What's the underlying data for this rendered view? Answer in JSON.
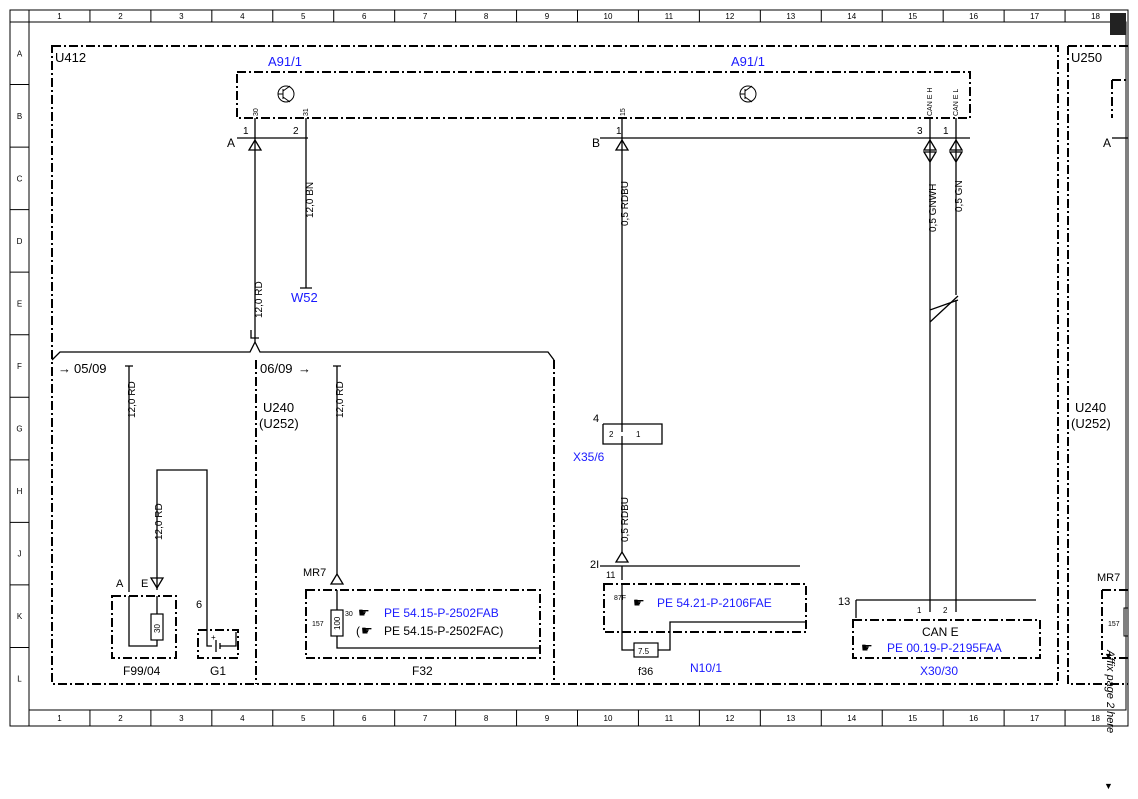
{
  "grid": {
    "columns": [
      "1",
      "2",
      "3",
      "4",
      "5",
      "6",
      "7",
      "8",
      "9",
      "10",
      "11",
      "12",
      "13",
      "14",
      "15",
      "16",
      "17",
      "18"
    ],
    "rows": [
      "A",
      "B",
      "C",
      "D",
      "E",
      "F",
      "G",
      "H",
      "J",
      "K",
      "L"
    ]
  },
  "areas": {
    "u412": "U412",
    "u250": "U250",
    "u240_left": "U240",
    "u252_left": "(U252)",
    "u240_right": "U240",
    "u252_right": "(U252)"
  },
  "components": {
    "a91_left": "A91/1",
    "a91_right": "A91/1",
    "w52": "W52",
    "f99": "F99/04",
    "g1": "G1",
    "f32": "F32",
    "x35": "X35/6",
    "f36": "f36",
    "n10": "N10/1",
    "x30": "X30/30",
    "mr7_left": "MR7",
    "mr7_right": "MR7",
    "can_e": "CAN E"
  },
  "pins": {
    "p30": "30",
    "p31": "31",
    "p15": "15",
    "can_h": "CAN E H",
    "can_l": "CAN E L",
    "n1": "1",
    "n2": "2",
    "n3": "3",
    "conn_a": "A",
    "conn_b": "B",
    "conn_a_right": "A",
    "pin4": "4",
    "x35_2": "2",
    "x35_1": "1",
    "pin2i": "2I",
    "pin11": "11",
    "pin87f": "87F",
    "pin13": "13",
    "x30_1": "1",
    "x30_2": "2",
    "pin6": "6",
    "f99_a": "A",
    "f99_e": "E",
    "fuse30": "30",
    "fuse100": "100",
    "p157": "157",
    "p30b": "30",
    "fuse75": "7.5",
    "p157_right": "157",
    "g1_plus": "+"
  },
  "wires": {
    "w1": "12,0 RD",
    "w2": "12,0 BN",
    "w3": "0,5 RDBU",
    "w4": "0,5 GNWH",
    "w5": "0,5 GN",
    "w6": "12,0 RD",
    "w7": "12,0 RD",
    "w8": "12,0 RD",
    "w9": "0,5 RDBU"
  },
  "refs": {
    "r0509": "05/09",
    "r0609": "06/09"
  },
  "references": {
    "pe1": "PE 54.15-P-2502FAB",
    "pe2": "PE 54.15-P-2502FAC)",
    "pe2_open": "(",
    "pe3": "PE 54.21-P-2106FAE",
    "pe4": "PE 00.19-P-2195FAA"
  },
  "margin_note": "Affix page 2 here",
  "colors": {
    "link": "#1a1aff",
    "line": "#000000"
  }
}
